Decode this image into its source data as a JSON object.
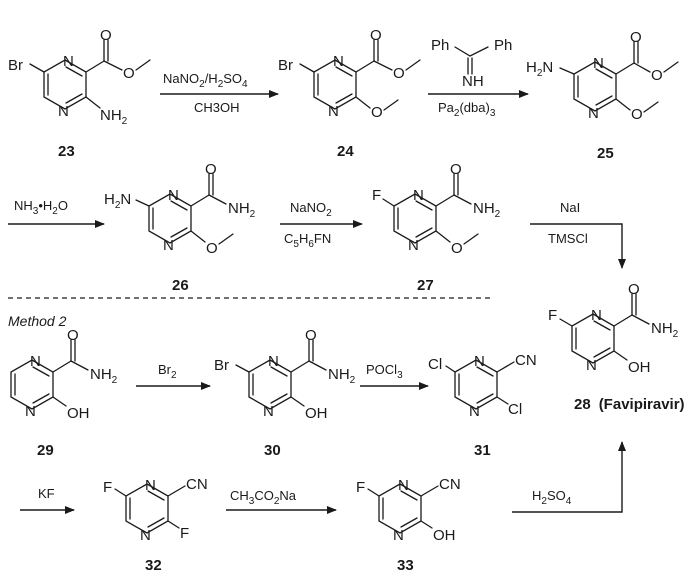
{
  "method_label": "Method 2",
  "compounds": {
    "c23": {
      "id": "23",
      "sub1": "Br",
      "sub2": "NH",
      "sub2_sub": "2"
    },
    "c24": {
      "id": "24",
      "sub1": "Br"
    },
    "c25": {
      "id": "25",
      "sub1": "H",
      "sub1_sub": "2",
      "sub1_tail": "N"
    },
    "c26": {
      "id": "26",
      "sub1": "H",
      "sub1_sub": "2",
      "sub1_tail": "N",
      "amide": "NH",
      "amide_sub": "2"
    },
    "c27": {
      "id": "27",
      "sub1": "F",
      "amide": "NH",
      "amide_sub": "2"
    },
    "c28": {
      "id": "28",
      "name": "(Favipiravir)",
      "sub1": "F",
      "amide": "NH",
      "amide_sub": "2",
      "sub2": "OH"
    },
    "c29": {
      "id": "29",
      "amide": "NH",
      "amide_sub": "2",
      "sub2": "OH"
    },
    "c30": {
      "id": "30",
      "sub1": "Br",
      "amide": "NH",
      "amide_sub": "2",
      "sub2": "OH"
    },
    "c31": {
      "id": "31",
      "sub1": "Cl",
      "sub2": "Cl",
      "cn": "CN"
    },
    "c32": {
      "id": "32",
      "sub1": "F",
      "sub2": "F",
      "cn": "CN"
    },
    "c33": {
      "id": "33",
      "sub1": "F",
      "sub2": "OH",
      "cn": "CN"
    }
  },
  "atoms": {
    "N": "N",
    "O": "O"
  },
  "benzophenone_imine": {
    "ph": "Ph",
    "nh": "NH"
  },
  "reagents": {
    "r1_top_a": "NaNO",
    "r1_top_sub1": "2",
    "r1_top_b": "/H",
    "r1_top_sub2": "2",
    "r1_top_c": "SO",
    "r1_top_sub3": "4",
    "r1_bottom": "CH3OH",
    "r2_bottom_a": "Pa",
    "r2_bottom_sub1": "2",
    "r2_bottom_b": "(dba)",
    "r2_bottom_sub2": "3",
    "r3_a": "NH",
    "r3_sub1": "3",
    "r3_b": "•H",
    "r3_sub2": "2",
    "r3_c": "O",
    "r4_top_a": "NaNO",
    "r4_top_sub": "2",
    "r4_bottom_a": "C",
    "r4_bottom_sub1": "5",
    "r4_bottom_b": "H",
    "r4_bottom_sub2": "6",
    "r4_bottom_c": "FN",
    "r5_top": "NaI",
    "r5_bottom": "TMSCl",
    "r6_a": "Br",
    "r6_sub": "2",
    "r7_a": "POCl",
    "r7_sub": "3",
    "r8": "KF",
    "r9_a": "CH",
    "r9_sub1": "3",
    "r9_b": "CO",
    "r9_sub2": "2",
    "r9_c": "Na",
    "r10_a": "H",
    "r10_sub1": "2",
    "r10_b": "SO",
    "r10_sub2": "4"
  }
}
